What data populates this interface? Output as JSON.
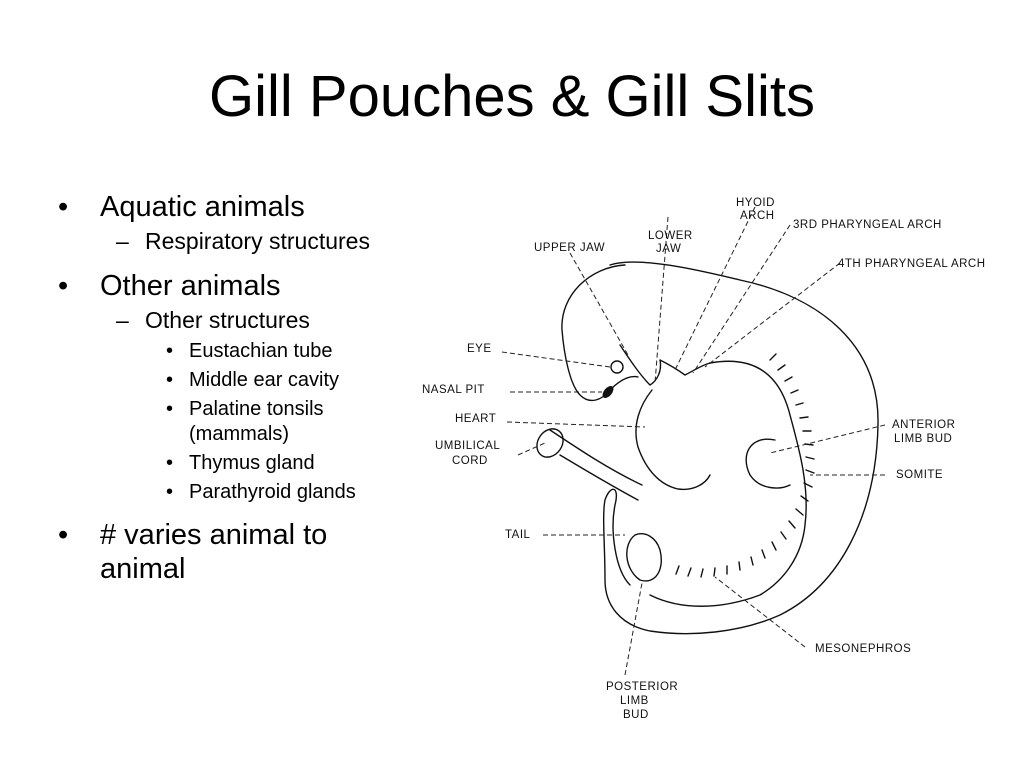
{
  "slide": {
    "title": "Gill Pouches & Gill Slits",
    "bullets": {
      "aquatic": "Aquatic animals",
      "respiratory": "Respiratory structures",
      "other": "Other animals",
      "other_structures": "Other structures",
      "eustachian": "Eustachian tube",
      "middle_ear": "Middle ear cavity",
      "palatine": "Palatine tonsils (mammals)",
      "thymus": "Thymus gland",
      "parathyroid": "Parathyroid glands",
      "varies": "# varies animal to animal"
    }
  },
  "diagram": {
    "labels": {
      "hyoid_1": "HYOID",
      "hyoid_2": "ARCH",
      "third_arch": "3RD PHARYNGEAL ARCH",
      "fourth_arch": "4TH PHARYNGEAL ARCH",
      "lower_1": "LOWER",
      "lower_2": "JAW",
      "upper_jaw": "UPPER JAW",
      "eye": "EYE",
      "nasal_pit": "NASAL PIT",
      "heart": "HEART",
      "umbilical_1": "UMBILICAL",
      "umbilical_2": "CORD",
      "anterior_1": "ANTERIOR",
      "anterior_2": "LIMB BUD",
      "somite": "SOMITE",
      "tail": "TAIL",
      "mesonephros": "MESONEPHROS",
      "posterior_1": "POSTERIOR",
      "posterior_2": "LIMB",
      "posterior_3": "BUD"
    }
  }
}
